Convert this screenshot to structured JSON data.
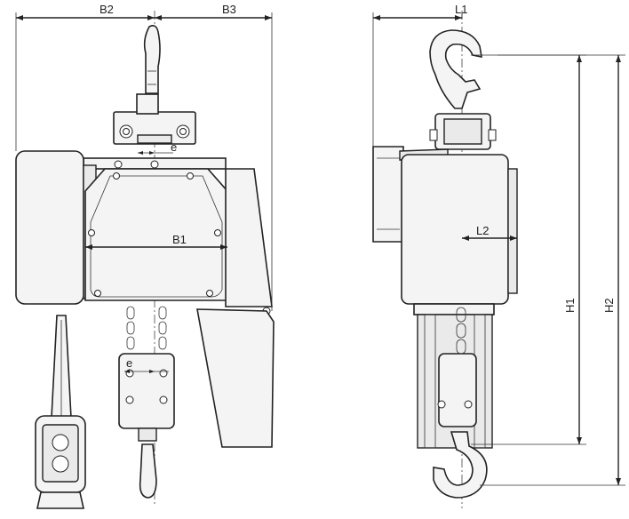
{
  "labels": {
    "b2": "B2",
    "b3": "B3",
    "l1": "L1",
    "b1": "B1",
    "l2": "L2",
    "e_top": "e",
    "e_bottom": "e",
    "h1": "H1",
    "h2": "H2"
  },
  "icons": {
    "front_view": "electric-chain-hoist-front-view",
    "side_view": "electric-chain-hoist-side-view",
    "pendant": "control-pendant"
  }
}
